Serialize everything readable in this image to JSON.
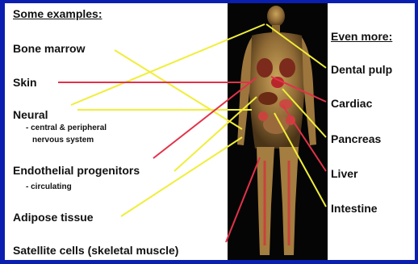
{
  "colors": {
    "background": "#0a1fb0",
    "panel": "#ffffff",
    "yellow_line": "#f0ee3a",
    "red_line": "#e2324a"
  },
  "header_left": "Some examples:",
  "header_right": "Even more:",
  "left_labels": [
    "Bone marrow",
    "Skin",
    "Neural",
    "Endothelial progenitors",
    "Adipose tissue",
    "Satellite cells (skeletal muscle)"
  ],
  "left_sub": {
    "neural_1": "- central & peripheral",
    "neural_2": "nervous system",
    "endothelial": "- circulating"
  },
  "right_labels": [
    "Dental pulp",
    "Cardiac",
    "Pancreas",
    "Liver",
    "Intestine"
  ]
}
